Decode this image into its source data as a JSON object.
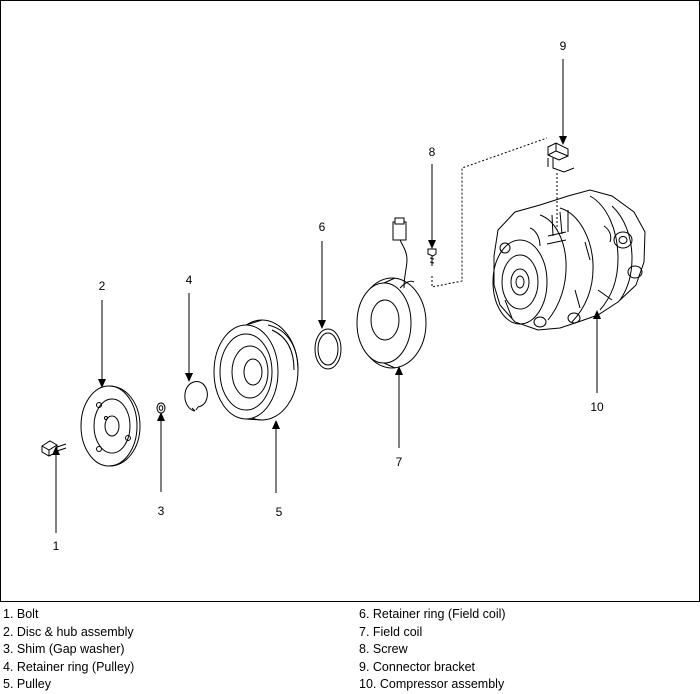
{
  "diagram": {
    "callouts": [
      "1",
      "2",
      "3",
      "4",
      "5",
      "6",
      "7",
      "8",
      "9",
      "10"
    ]
  },
  "legend": {
    "left": [
      "1. Bolt",
      "2. Disc & hub assembly",
      "3. Shim (Gap washer)",
      "4. Retainer ring (Pulley)",
      "5. Pulley"
    ],
    "right": [
      "6. Retainer ring (Field coil)",
      "7. Field coil",
      "8. Screw",
      "9. Connector bracket",
      "10. Compressor assembly"
    ]
  }
}
